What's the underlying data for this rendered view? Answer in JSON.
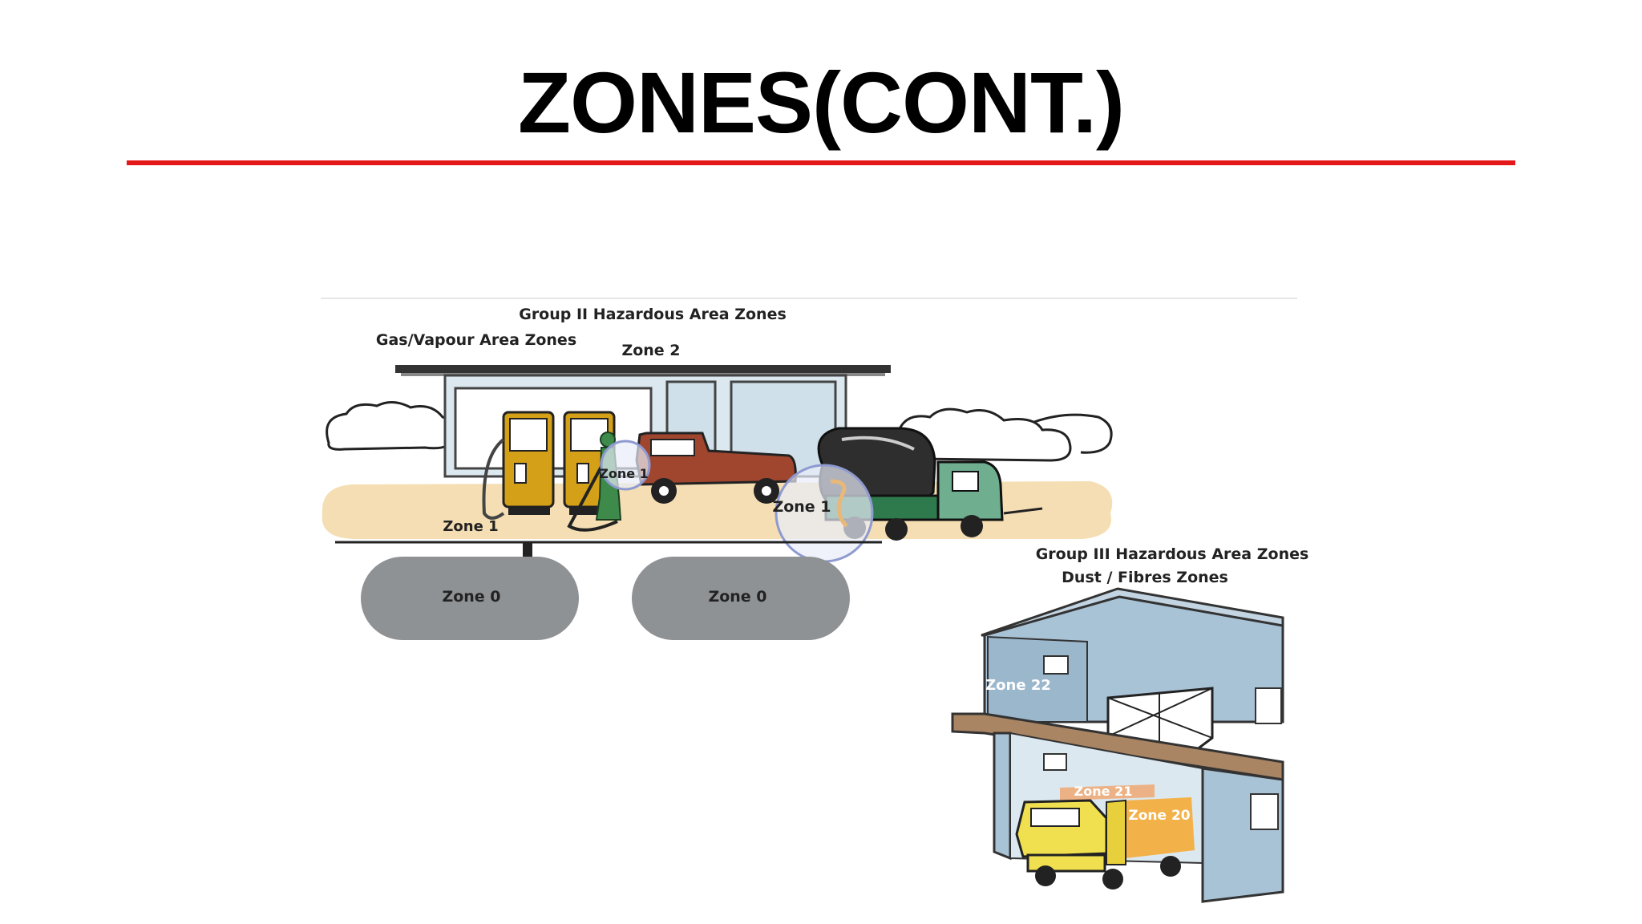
{
  "slide": {
    "title": "ZONES(CONT.)"
  },
  "colors": {
    "title_rule": "#e4181b",
    "tank": "#8f9295",
    "sand": "#f5deb3",
    "pump": "#d4a017",
    "pickup": "#a0462f",
    "tanker_cab": "#6fae8f",
    "building": "#a9c3d6",
    "dump_truck": "#f0e050",
    "zone20": "#f3b14a"
  },
  "group2": {
    "heading": "Group II Hazardous Area Zones",
    "subheading": "Gas/Vapour Area Zones",
    "zone2_label": "Zone 2",
    "zone1_pump_label": "Zone 1",
    "zone1_nozzle_label": "Zone 1",
    "zone1_tanker_label": "Zone 1",
    "zone0_left_label": "Zone 0",
    "zone0_right_label": "Zone 0"
  },
  "group3": {
    "heading": "Group III Hazardous Area Zones",
    "subheading": "Dust / Fibres Zones",
    "zone22_label": "Zone 22",
    "zone21_label": "Zone 21",
    "zone20_label": "Zone 20"
  }
}
